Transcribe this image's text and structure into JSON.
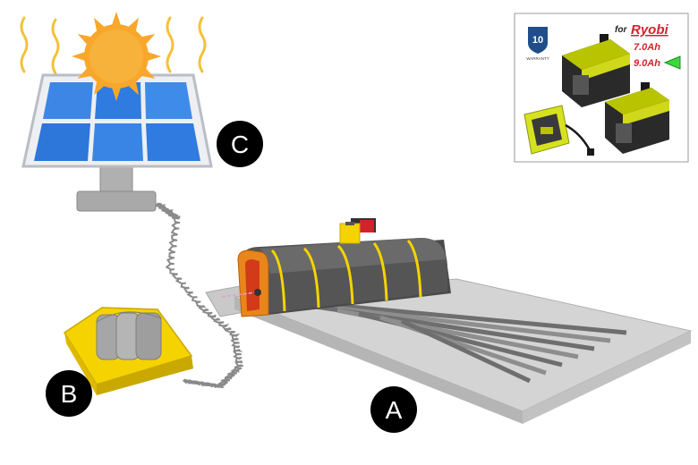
{
  "labels": {
    "a": "A",
    "b": "B",
    "c": "C"
  },
  "inset": {
    "warranty_number": "10",
    "warranty_text": "WARRANTY",
    "for_text": "for",
    "brand": "Ryobi",
    "capacity_1": "7.0Ah",
    "capacity_2": "9.0Ah"
  },
  "colors": {
    "sun": "#F9A72B",
    "panel_blue": "#2F7BE0",
    "machine_yellow": "#F5D300",
    "rail_gray": "#8E8E8E",
    "brand_red": "#D2232A",
    "indicator_green": "#39D93B"
  },
  "icons": [
    "sun-icon",
    "solar-panel-icon",
    "coiled-cable-icon",
    "robot-base-icon",
    "rail-track-icon",
    "battery-icon",
    "charger-icon",
    "warranty-shield-icon",
    "arrow-left-icon"
  ]
}
